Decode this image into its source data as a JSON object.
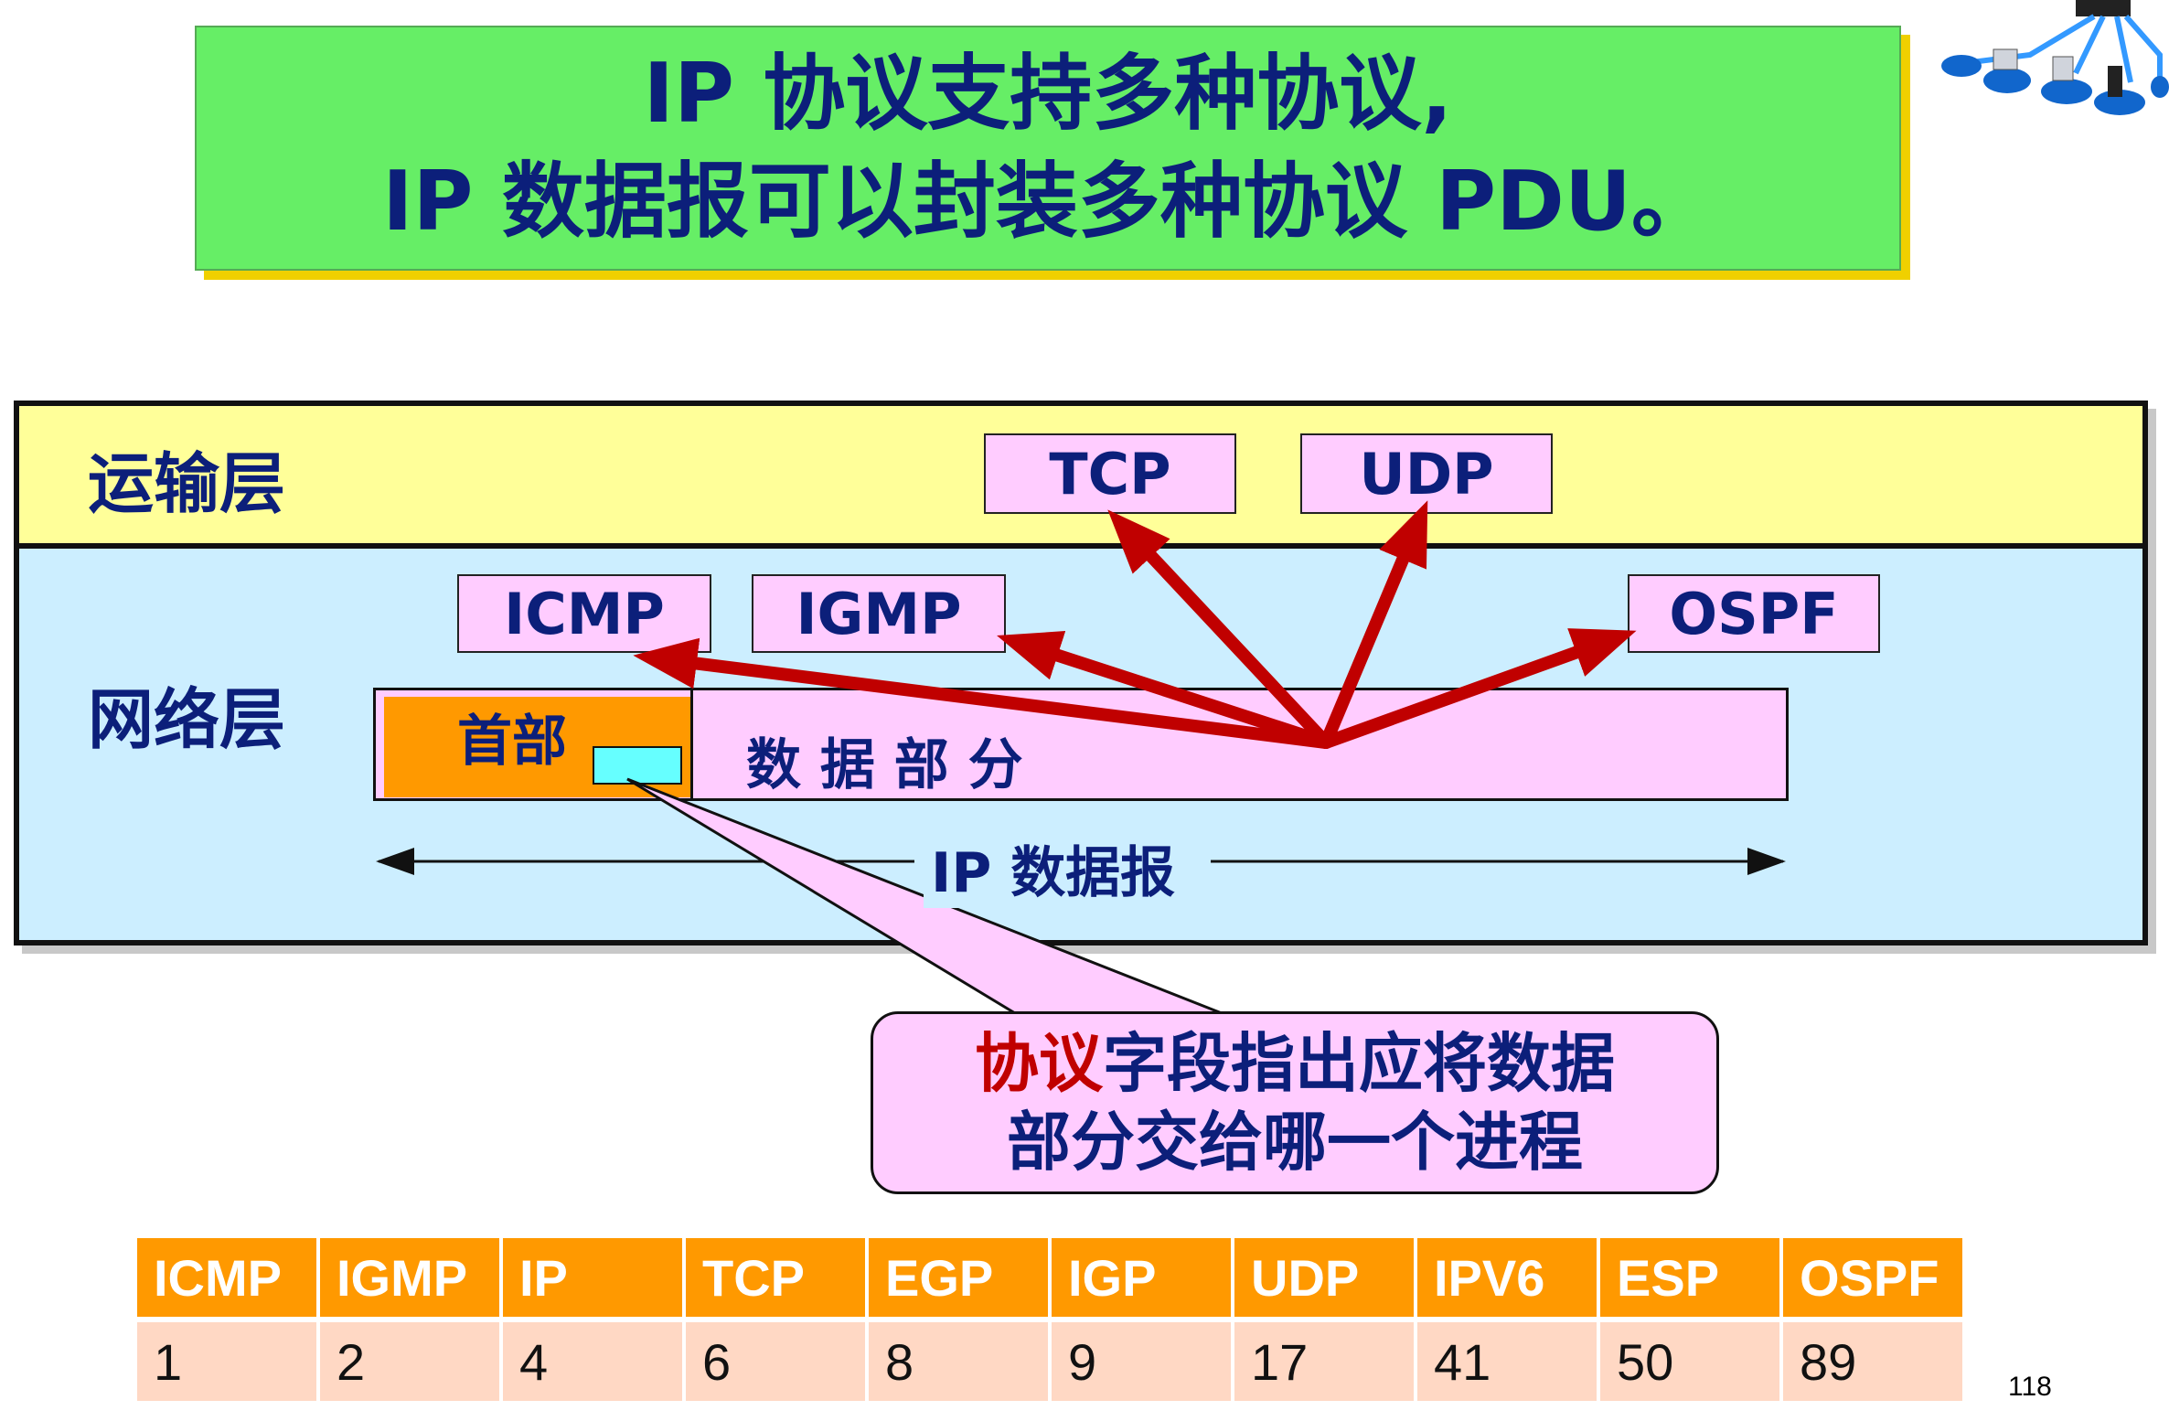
{
  "title": {
    "line1": "IP 协议支持多种协议,",
    "line2": "IP 数据报可以封装多种协议 PDU。"
  },
  "layers": {
    "transport_label": "运输层",
    "network_label": "网络层"
  },
  "protocols": {
    "tcp": "TCP",
    "udp": "UDP",
    "icmp": "ICMP",
    "igmp": "IGMP",
    "ospf": "OSPF"
  },
  "datagram": {
    "header_label": "首部",
    "data_label": "数 据 部 分",
    "datagram_label": "IP 数据报"
  },
  "callout": {
    "highlight": "协议",
    "line1_rest": "字段指出应将数据",
    "line2": "部分交给哪一个进程"
  },
  "protocol_table": {
    "headers": [
      "ICMP",
      "IGMP",
      "IP",
      "TCP",
      "EGP",
      "IGP",
      "UDP",
      "IPV6",
      "ESP",
      "OSPF"
    ],
    "values": [
      "1",
      "2",
      "4",
      "6",
      "8",
      "9",
      "17",
      "41",
      "50",
      "89"
    ]
  },
  "page_number": "118",
  "colors": {
    "title_bg": "#66ee66",
    "transport_bg": "#ffff99",
    "network_bg": "#cceeff",
    "arrow": "#c00000",
    "text": "#0c1f7a"
  },
  "icons": {
    "corner_graphic": "network-topology-icon"
  }
}
